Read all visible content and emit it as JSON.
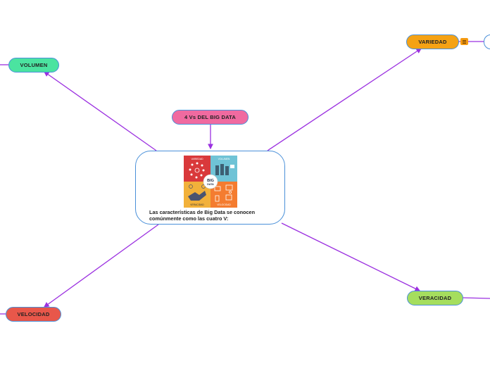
{
  "root": {
    "label": "4 Vs DEL BIG DATA",
    "color": "#f06aa0"
  },
  "center": {
    "text": "Las características de Big Data se conocen comúnmente como las cuatro V:",
    "image": {
      "quadrants": [
        "VARIEDAD",
        "VOLUMEN",
        "VERACIDAD",
        "VELOCIDAD"
      ],
      "badge": [
        "BIG",
        "DATA"
      ],
      "colors": [
        "#d9393b",
        "#6fc3d6",
        "#f2b13a",
        "#f47c30"
      ]
    }
  },
  "branches": {
    "volumen": {
      "label": "VOLUMEN",
      "color": "#4be3a0"
    },
    "variedad": {
      "label": "VARIEDAD",
      "color": "#f5a214"
    },
    "velocidad": {
      "label": "VELOCIDAD",
      "color": "#e8574a"
    },
    "veracidad": {
      "label": "VERACIDAD",
      "color": "#a5de5e"
    }
  },
  "edge_color": "#9b30e0"
}
